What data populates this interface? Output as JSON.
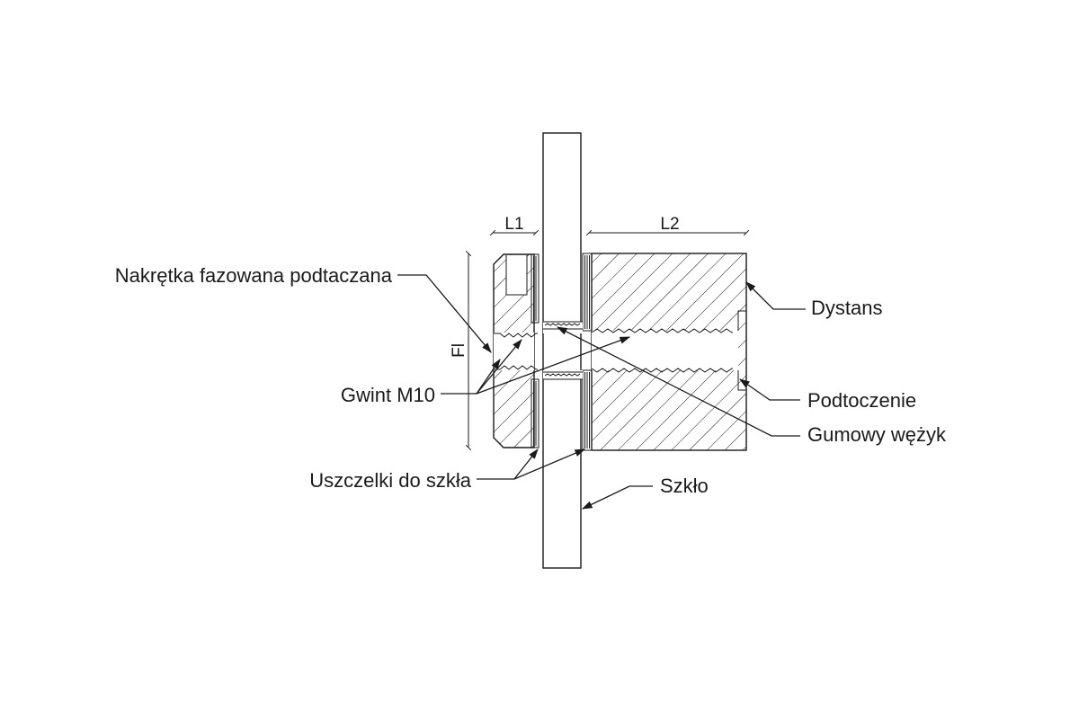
{
  "labels": {
    "nut": "Nakrętka fazowana podtaczana",
    "thread": "Gwint M10",
    "seals": "Uszczelki do szkła",
    "spacer": "Dystans",
    "undercut": "Podtoczenie",
    "hose": "Gumowy wężyk",
    "glass": "Szkło"
  },
  "dimensions": {
    "l1": "L1",
    "l2": "L2",
    "fi": "Fl"
  },
  "colors": {
    "line": "#1a1a1a",
    "background": "#ffffff"
  }
}
